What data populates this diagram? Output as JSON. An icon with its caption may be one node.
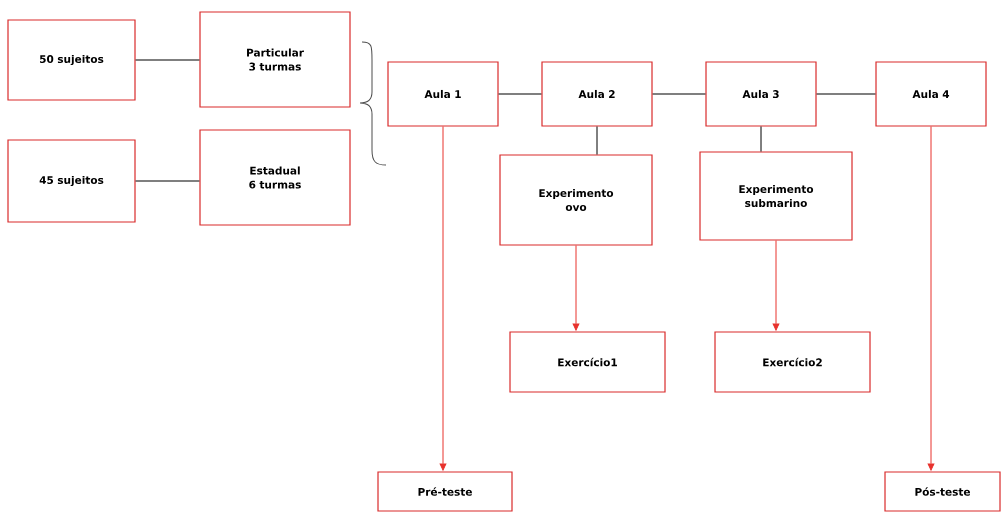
{
  "diagram": {
    "nodes": [
      {
        "text": [
          "50 sujeitos"
        ]
      },
      {
        "text": [
          "Particular 3 turmas"
        ]
      },
      {
        "text": [
          "45 sujeitos"
        ]
      },
      {
        "text": [
          "Estadual 6 turmas"
        ]
      },
      {
        "text": [
          "Aula 1"
        ]
      },
      {
        "text": [
          "Aula 2"
        ]
      },
      {
        "text": [
          "Aula 3"
        ]
      },
      {
        "text": [
          "Aula 4"
        ]
      },
      {
        "text": [
          "Experimento ovo"
        ]
      },
      {
        "text": [
          "Experimento submarino"
        ]
      },
      {
        "text": [
          "Exercício1"
        ]
      },
      {
        "text": [
          "Exercício2"
        ]
      },
      {
        "text": [
          "Pré-teste"
        ]
      },
      {
        "text": [
          "Pós-teste"
        ]
      }
    ],
    "edges": [
      {
        "from": 0,
        "to": 1,
        "arrow": "none"
      },
      {
        "from": 2,
        "to": 3,
        "arrow": "none"
      },
      {
        "from": 4,
        "to": 5,
        "arrow": "none"
      },
      {
        "from": 5,
        "to": 6,
        "arrow": "none"
      },
      {
        "from": 6,
        "to": 7,
        "arrow": "none"
      },
      {
        "from": 5,
        "to": 8,
        "arrow": "none"
      },
      {
        "from": 6,
        "to": 9,
        "arrow": "none"
      },
      {
        "from": 8,
        "to": 10,
        "arrow": "to",
        "color": "#e8322d"
      },
      {
        "from": 9,
        "to": 11,
        "arrow": "to",
        "color": "#e8322d"
      },
      {
        "from": 4,
        "to": 12,
        "arrow": "to",
        "color": "#e8322d"
      },
      {
        "from": 7,
        "to": 13,
        "arrow": "to",
        "color": "#e8322d"
      }
    ]
  }
}
